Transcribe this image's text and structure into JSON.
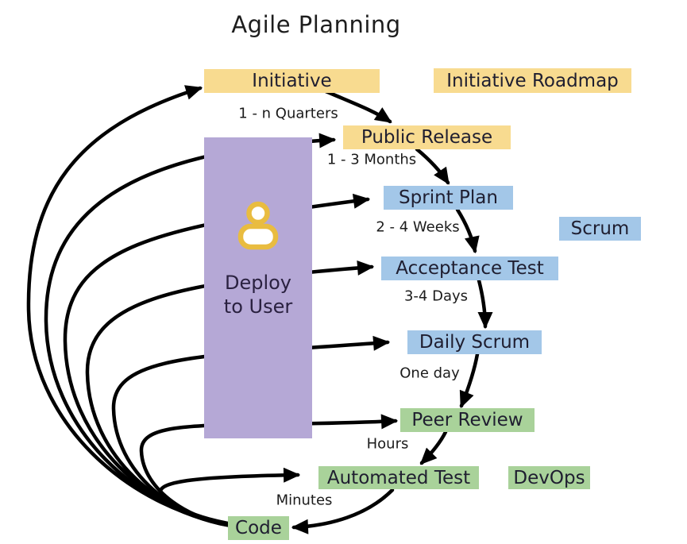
{
  "title": "Agile Planning",
  "colors": {
    "yellow": "#F8DB90",
    "blue": "#A3C7E8",
    "green": "#A9D29A",
    "purple": "#B5A8D6",
    "gold": "#E9BC40",
    "arrow": "#000000"
  },
  "nodes": {
    "initiative": "Initiative",
    "initiative_roadmap": "Initiative Roadmap",
    "public_release": "Public Release",
    "sprint_plan": "Sprint Plan",
    "scrum": "Scrum",
    "acceptance_test": "Acceptance Test",
    "daily_scrum": "Daily Scrum",
    "peer_review": "Peer Review",
    "automated_test": "Automated Test",
    "devops": "DevOps",
    "code": "Code"
  },
  "deploy": {
    "line1": "Deploy",
    "line2": "to User",
    "icon": "person-icon"
  },
  "intervals": {
    "quarters": "1 - n Quarters",
    "months": "1 - 3 Months",
    "weeks": "2 - 4 Weeks",
    "days": "3-4 Days",
    "one_day": "One day",
    "hours": "Hours",
    "minutes": "Minutes"
  },
  "flow": [
    {
      "from": "Initiative",
      "to": "Public Release",
      "interval": "1 - n Quarters"
    },
    {
      "from": "Public Release",
      "to": "Sprint Plan",
      "interval": "1 - 3 Months"
    },
    {
      "from": "Sprint Plan",
      "to": "Acceptance Test",
      "interval": "2 - 4 Weeks"
    },
    {
      "from": "Acceptance Test",
      "to": "Daily Scrum",
      "interval": "3-4 Days"
    },
    {
      "from": "Daily Scrum",
      "to": "Peer Review",
      "interval": "One day"
    },
    {
      "from": "Peer Review",
      "to": "Automated Test",
      "interval": "Hours"
    },
    {
      "from": "Automated Test",
      "to": "Code",
      "interval": "Minutes"
    }
  ],
  "loops": [
    {
      "from": "Code",
      "via": "Deploy to User",
      "to": "Initiative"
    },
    {
      "from": "Code",
      "via": "Deploy to User",
      "to": "Public Release"
    },
    {
      "from": "Code",
      "via": "Deploy to User",
      "to": "Sprint Plan"
    },
    {
      "from": "Code",
      "via": "Deploy to User",
      "to": "Acceptance Test"
    },
    {
      "from": "Code",
      "via": "Deploy to User",
      "to": "Daily Scrum"
    },
    {
      "from": "Code",
      "via": "Deploy to User",
      "to": "Peer Review"
    },
    {
      "from": "Code",
      "via": "Deploy to User",
      "to": "Automated Test"
    }
  ]
}
